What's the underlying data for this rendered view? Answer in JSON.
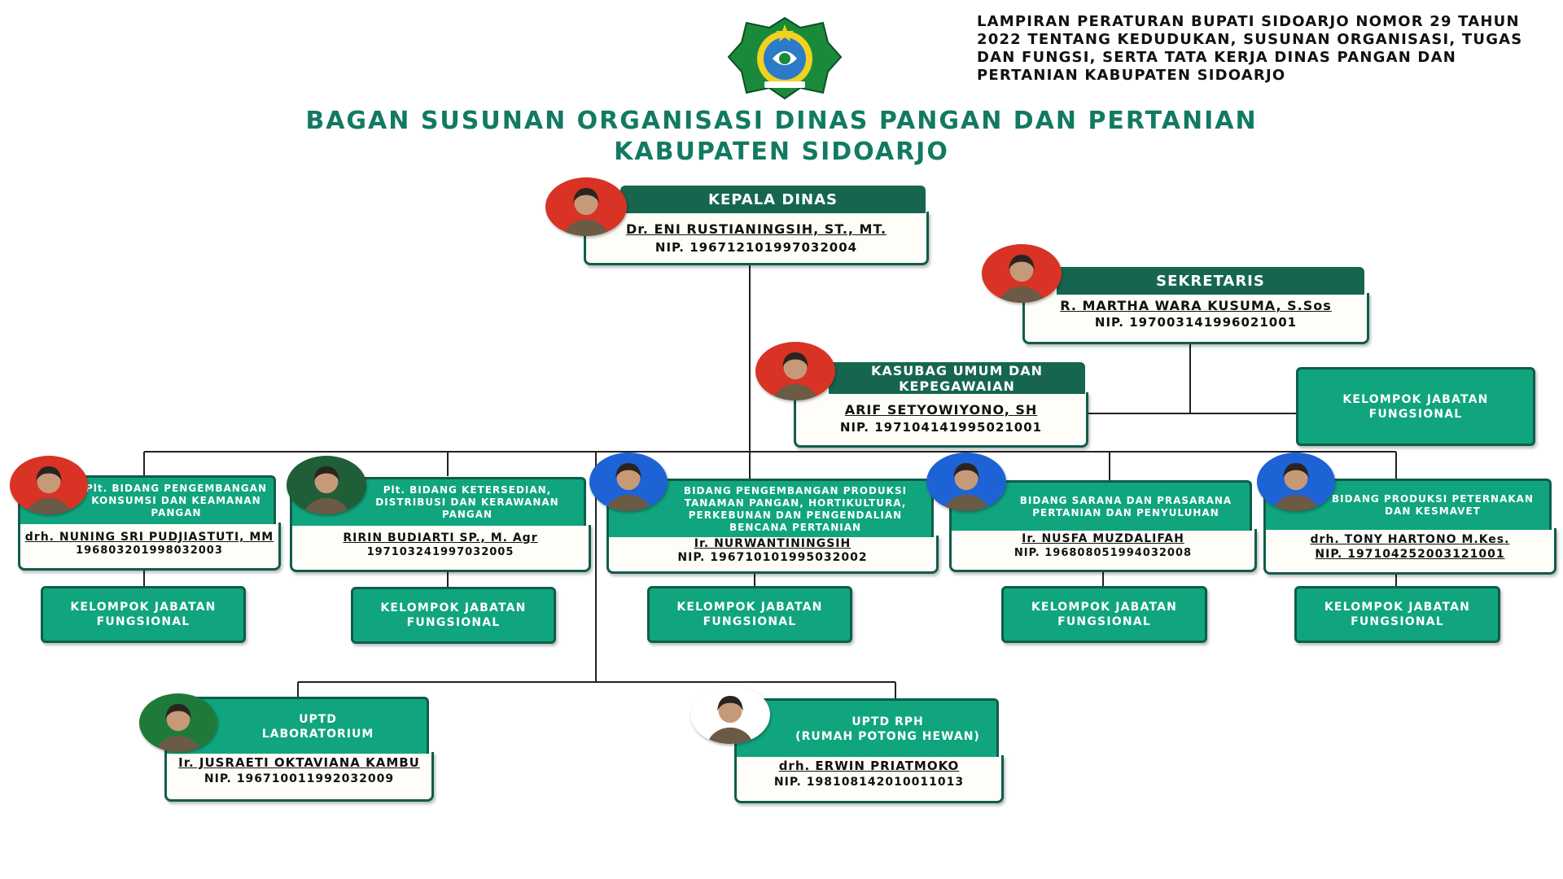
{
  "regulation_note": "LAMPIRAN PERATURAN BUPATI SIDOARJO NOMOR 29 TAHUN 2022 TENTANG KEDUDUKAN, SUSUNAN ORGANISASI, TUGAS DAN FUNGSI, SERTA TATA KERJA DINAS PANGAN DAN PERTANIAN KABUPATEN SIDOARJO",
  "title_line1": "BAGAN SUSUNAN ORGANISASI DINAS PANGAN DAN PERTANIAN",
  "title_line2": "KABUPATEN SIDOARJO",
  "logo_icon": "sidoarjo-regency-emblem",
  "colors": {
    "dark_green": "#16664f",
    "green": "#10a57e",
    "title_green": "#127a62"
  },
  "kepala": {
    "title": "KEPALA DINAS",
    "name": "Dr. ENI RUSTIANINGSIH, ST., MT.",
    "nip": "NIP. 196712101997032004"
  },
  "sekretaris": {
    "title": "SEKRETARIS",
    "name": "R. MARTHA WARA KUSUMA, S.Sos",
    "nip": "NIP. 197003141996021001"
  },
  "kasubag": {
    "title": "KASUBAG UMUM DAN KEPEGAWAIAN",
    "name": "ARIF SETYOWIYONO, SH",
    "nip": "NIP. 197104141995021001"
  },
  "fungsional_label": "KELOMPOK JABATAN FUNGSIONAL",
  "bidang": [
    {
      "title": "Plt. BIDANG PENGEMBANGAN KONSUMSI DAN KEAMANAN PANGAN",
      "name": "drh. NUNING SRI PUDJIASTUTI, MM",
      "nip": "196803201998032003"
    },
    {
      "title": "Plt. BIDANG KETERSEDIAN, DISTRIBUSI DAN KERAWANAN PANGAN",
      "name": "RIRIN BUDIARTI SP., M. Agr",
      "nip": "197103241997032005"
    },
    {
      "title": "BIDANG PENGEMBANGAN PRODUKSI TANAMAN PANGAN, HORTIKULTURA, PERKEBUNAN DAN PENGENDALIAN BENCANA PERTANIAN",
      "name": "Ir. NURWANTININGSIH",
      "nip": "NIP. 196710101995032002"
    },
    {
      "title": "BIDANG SARANA DAN PRASARANA PERTANIAN DAN PENYULUHAN",
      "name": "Ir. NUSFA MUZDALIFAH",
      "nip": "NIP. 196808051994032008"
    },
    {
      "title": "BIDANG PRODUKSI PETERNAKAN DAN KESMAVET",
      "name": "drh. TONY HARTONO M.Kes.",
      "nip": "NIP. 197104252003121001"
    }
  ],
  "uptd": [
    {
      "title_line1": "UPTD",
      "title_line2": "LABORATORIUM",
      "name": "Ir. JUSRAETI OKTAVIANA KAMBU",
      "nip": "NIP. 196710011992032009"
    },
    {
      "title_line1": "UPTD RPH",
      "title_line2": "(RUMAH POTONG HEWAN)",
      "name": "drh. ERWIN PRIATMOKO",
      "nip": "NIP. 198108142010011013"
    }
  ]
}
